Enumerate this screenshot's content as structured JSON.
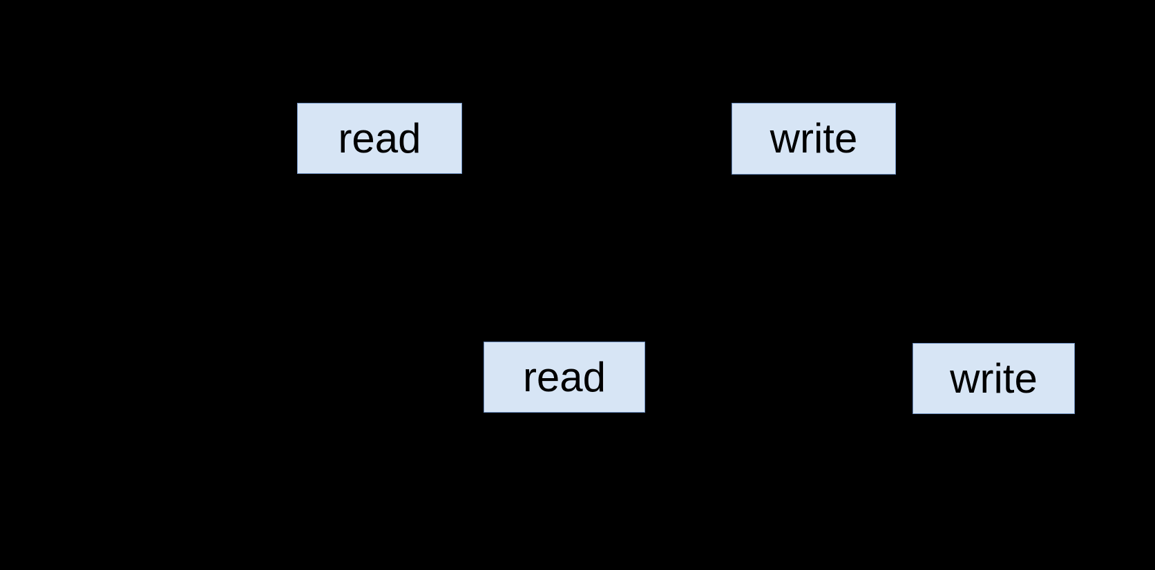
{
  "canvas": {
    "background": "#000000"
  },
  "colors": {
    "node_fill": "#d7e5f5",
    "node_border": "#6c8ebf",
    "node_text": "#000000"
  },
  "nodes": [
    {
      "id": "read-1",
      "label": "read"
    },
    {
      "id": "write-1",
      "label": "write"
    },
    {
      "id": "read-2",
      "label": "read"
    },
    {
      "id": "write-2",
      "label": "write"
    }
  ]
}
